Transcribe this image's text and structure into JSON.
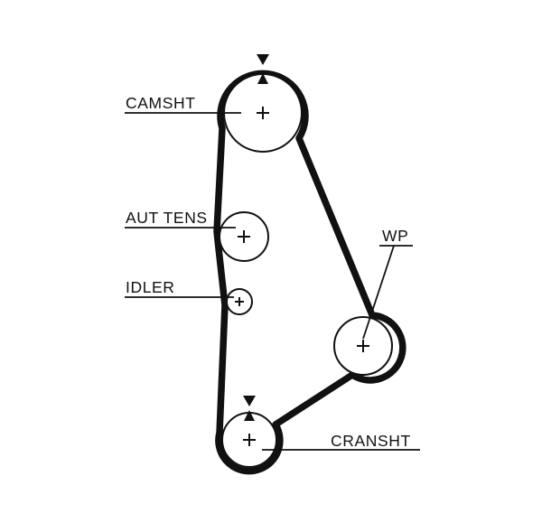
{
  "diagram": {
    "type": "timing-belt-routing-diagram",
    "colors": {
      "ink": "#111111",
      "background": "#ffffff"
    },
    "labels": {
      "camshaft": "CAMSHT",
      "tensioner": "AUT TENS",
      "idler": "IDLER",
      "water_pump": "WP",
      "crankshaft": "CRANSHT"
    },
    "icons": {
      "pulley_center_mark": "plus-cross",
      "timing_mark_upper": "triangle-down",
      "timing_mark_lower": "triangle-up"
    }
  }
}
